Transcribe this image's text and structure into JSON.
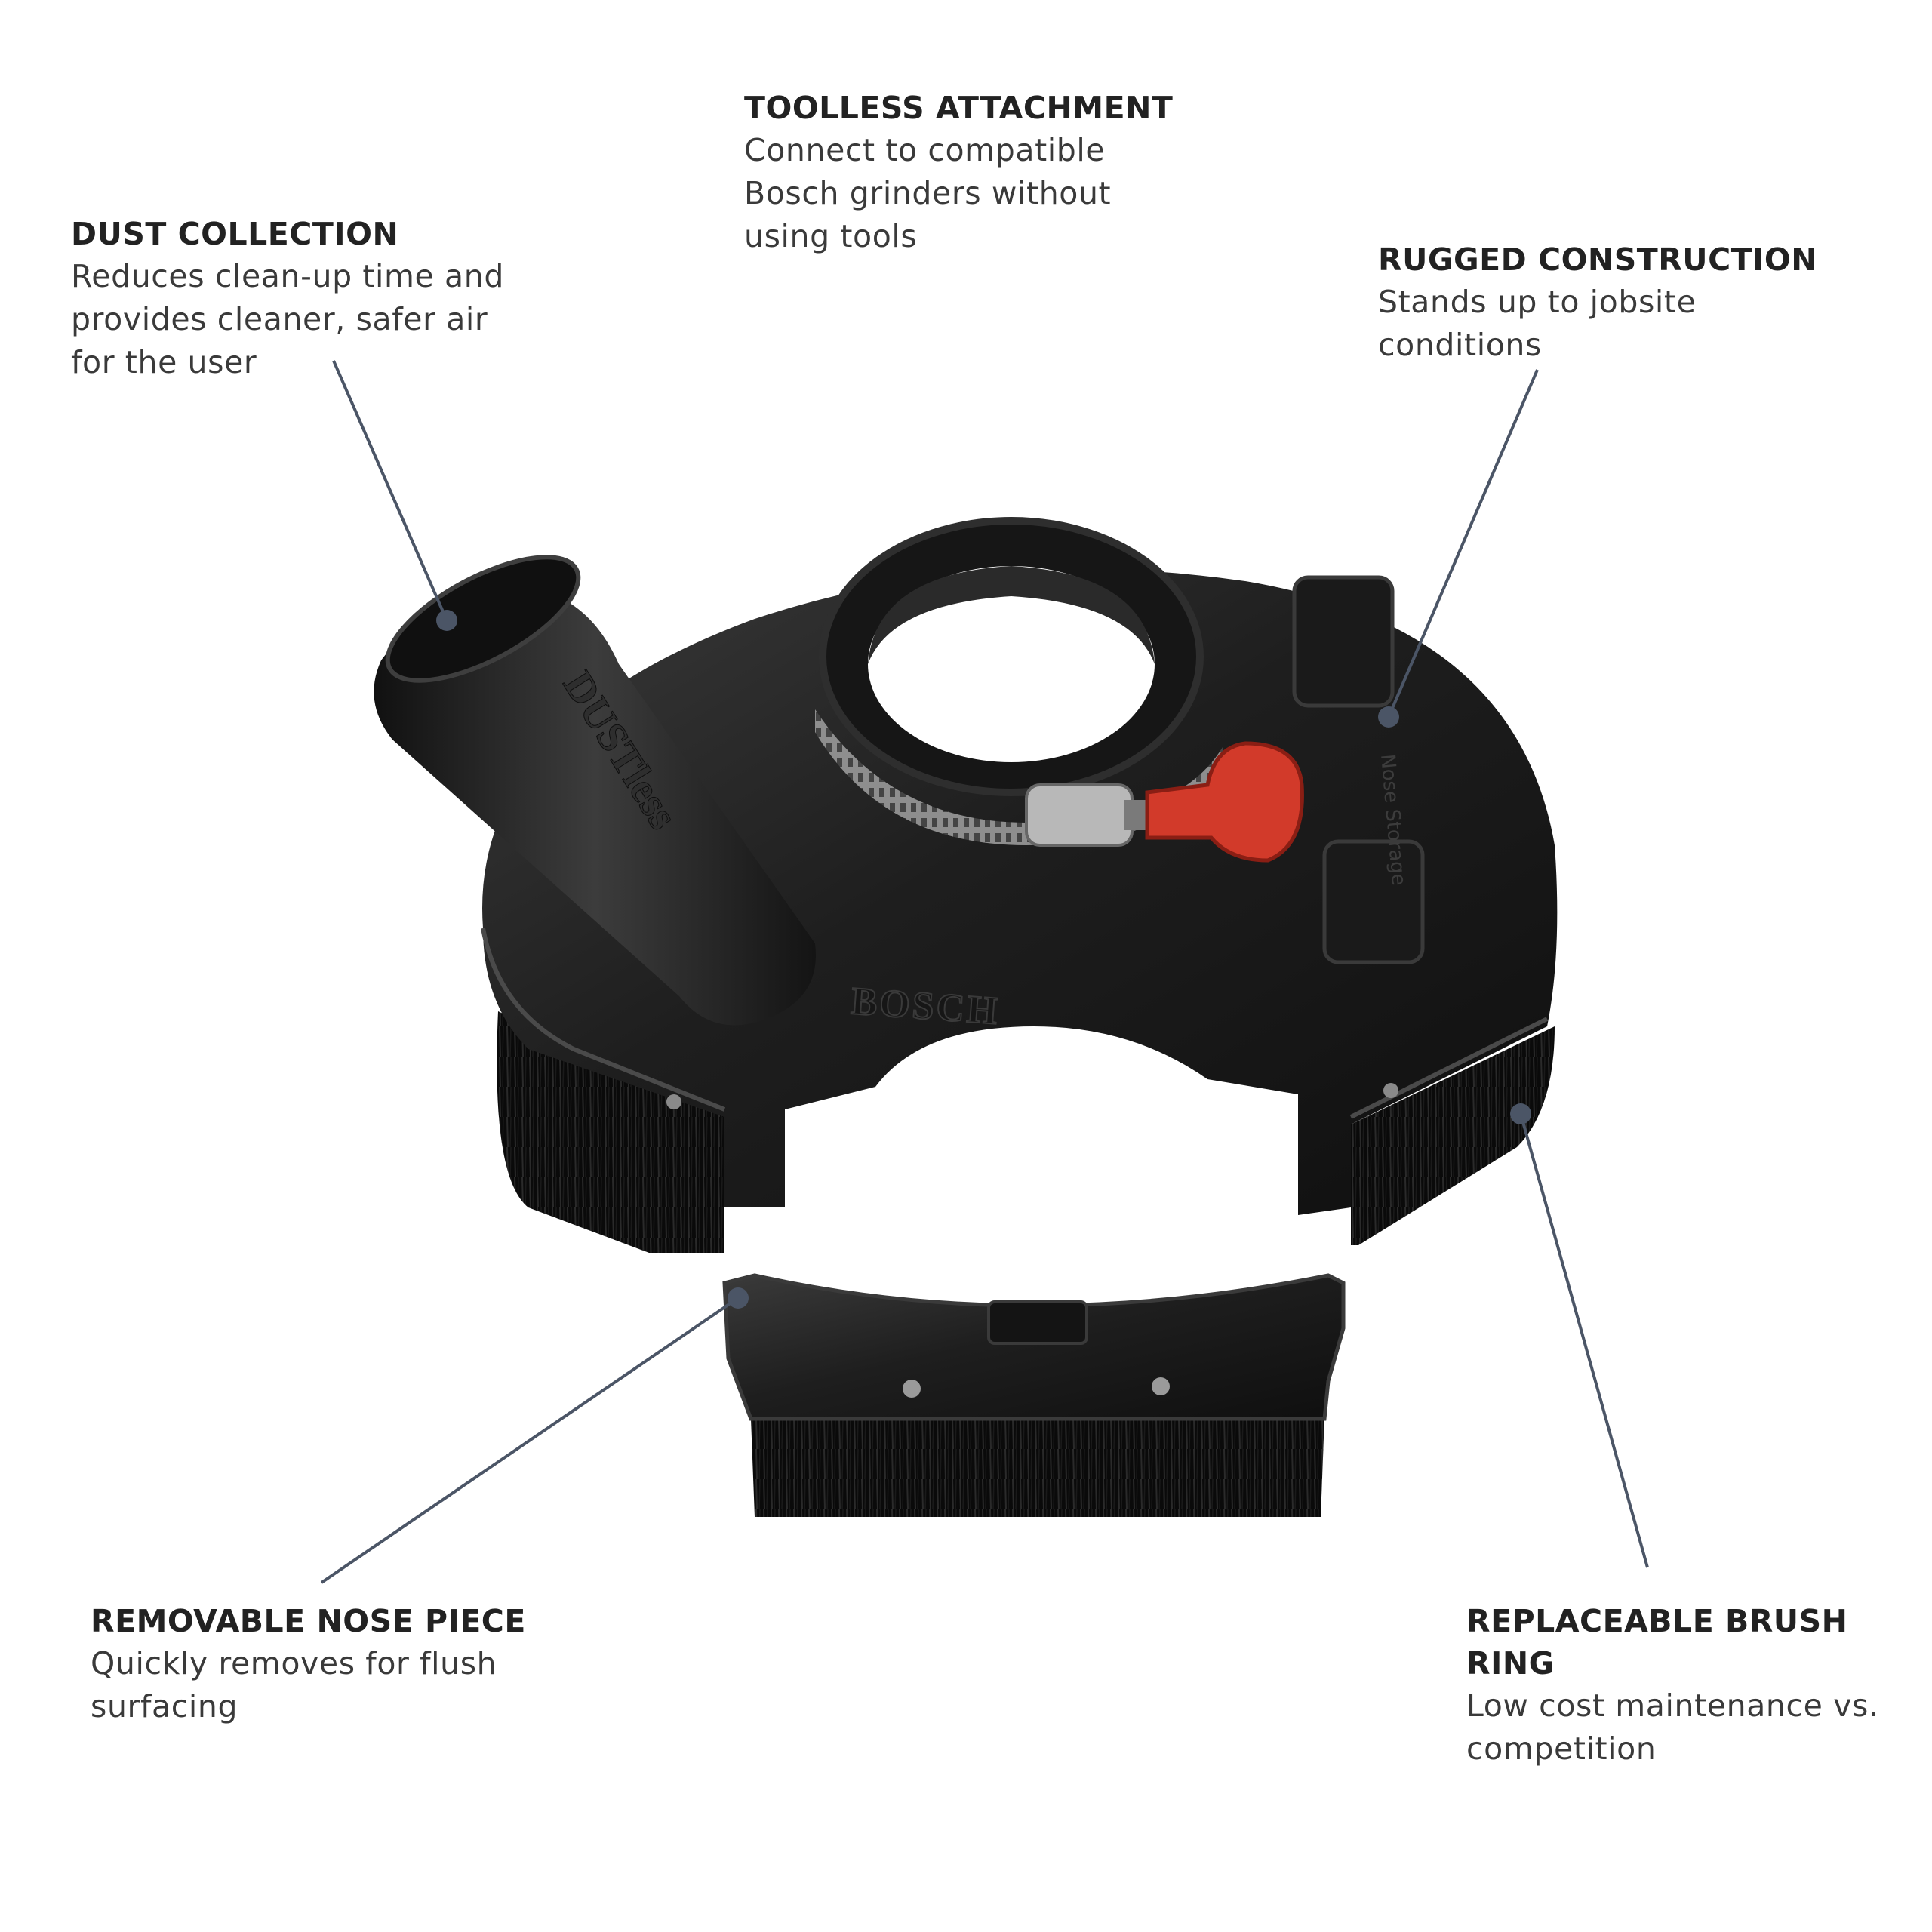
{
  "callouts": {
    "dust_collection": {
      "title": "DUST COLLECTION",
      "lines": [
        "Reduces clean-up time and",
        "provides cleaner, safer air",
        "for the user"
      ]
    },
    "toolless_attachment": {
      "title": "TOOLLESS ATTACHMENT",
      "lines": [
        "Connect to compatible",
        "Bosch grinders without",
        "using tools"
      ]
    },
    "rugged_construction": {
      "title": "RUGGED CONSTRUCTION",
      "lines": [
        "Stands up to jobsite",
        "conditions"
      ]
    },
    "removable_nose_piece": {
      "title": "REMOVABLE NOSE PIECE",
      "lines": [
        "Quickly removes for flush",
        "surfacing"
      ]
    },
    "replaceable_brush_ring": {
      "title_lines": [
        "REPLACEABLE BRUSH",
        "RING"
      ],
      "lines": [
        "Low cost maintenance vs.",
        "competition"
      ]
    }
  },
  "product": {
    "brand_mark": "BOSCH",
    "port_mark": "DUSTless",
    "side_mark": "Nose Storage"
  },
  "colors": {
    "leader_line": "#4b5566",
    "body": "#1c1c1c",
    "body_highlight": "#3a3a3a",
    "clamp_key": "#d23a2a",
    "clamp_band": "#9a9a9a"
  },
  "icons": {
    "leader_dot": "filled-circle"
  }
}
